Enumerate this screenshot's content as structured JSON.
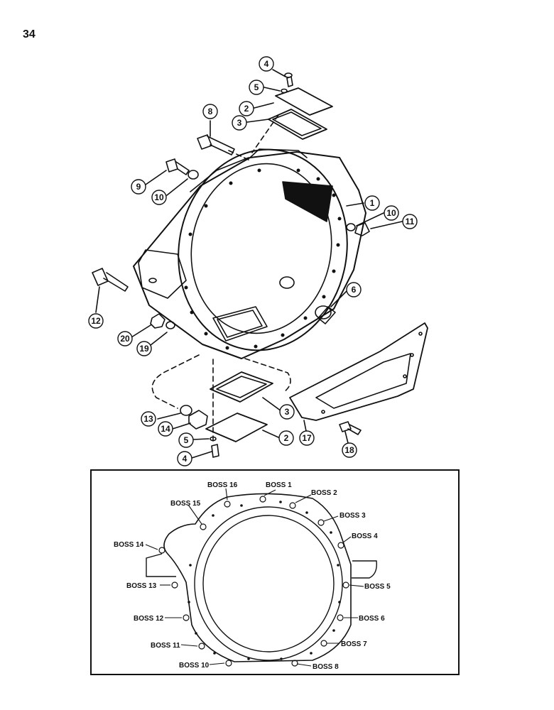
{
  "page": {
    "number": "34"
  },
  "exploded_view": {
    "callouts": [
      "4",
      "5",
      "2",
      "3",
      "8",
      "9",
      "10",
      "1",
      "10",
      "11",
      "12",
      "20",
      "19",
      "6",
      "13",
      "14",
      "5",
      "4",
      "3",
      "2",
      "17",
      "18"
    ]
  },
  "boss_view": {
    "labels": [
      "BOSS 1",
      "BOSS 2",
      "BOSS 3",
      "BOSS 4",
      "BOSS 5",
      "BOSS 6",
      "BOSS 7",
      "BOSS 8",
      "BOSS 10",
      "BOSS 11",
      "BOSS 12",
      "BOSS 13",
      "BOSS 14",
      "BOSS 15",
      "BOSS 16"
    ]
  }
}
